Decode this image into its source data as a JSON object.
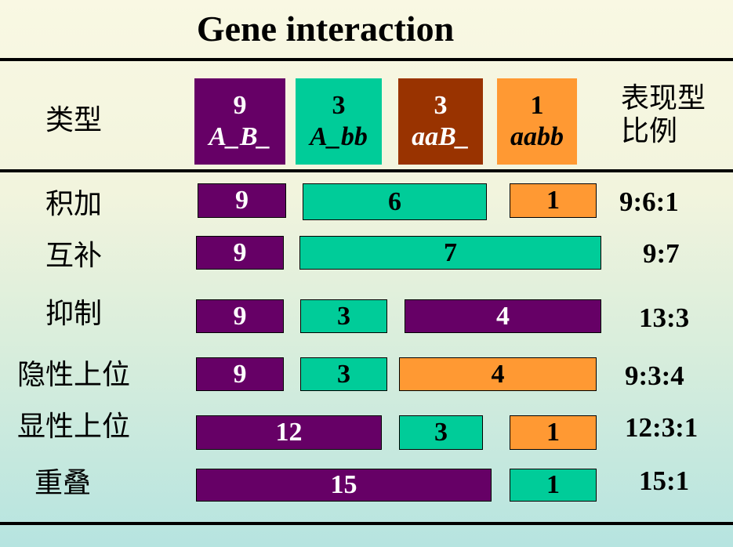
{
  "title": "Gene interaction",
  "header": {
    "type_label": "类型",
    "ratio_label": [
      "表现型",
      "比例"
    ],
    "genotypes": [
      {
        "count": "9",
        "genotype": "A_B_",
        "color": "#660066"
      },
      {
        "count": "3",
        "genotype": "A_bb",
        "color": "#00cc99"
      },
      {
        "count": "3",
        "genotype": "aaB_",
        "color": "#993300"
      },
      {
        "count": "1",
        "genotype": "aabb",
        "color": "#ff9933"
      }
    ]
  },
  "rows": [
    {
      "label": "积加",
      "segments": [
        "9",
        "6",
        "1"
      ],
      "ratio": "9:6:1"
    },
    {
      "label": "互补",
      "segments": [
        "9",
        "7"
      ],
      "ratio": "9:7"
    },
    {
      "label": "抑制",
      "segments": [
        "9",
        "3",
        "4"
      ],
      "ratio": "13:3"
    },
    {
      "label": "隐性上位",
      "segments": [
        "9",
        "3",
        "4"
      ],
      "ratio": "9:3:4"
    },
    {
      "label": "显性上位",
      "segments": [
        "12",
        "3",
        "1"
      ],
      "ratio": "12:3:1"
    },
    {
      "label": "重叠",
      "segments": [
        "15",
        "1"
      ],
      "ratio": "15:1"
    }
  ]
}
